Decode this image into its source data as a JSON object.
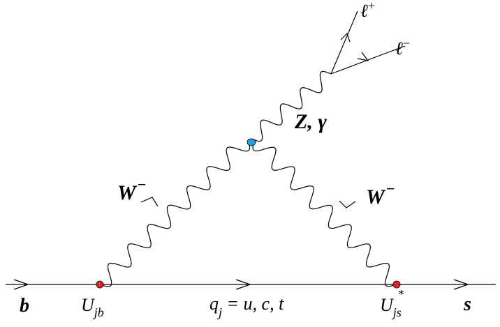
{
  "particles": {
    "b": "b",
    "s": "s",
    "w_left": {
      "main": "W",
      "sup": "−"
    },
    "w_right": {
      "main": "W",
      "sup": "−"
    },
    "z_gamma": "Z, γ",
    "lepton_plus": {
      "main": "ℓ",
      "sup": "+"
    },
    "lepton_minus": {
      "main": "ℓ",
      "sup": "−"
    }
  },
  "internal_quark": {
    "main": "q",
    "sub": "j",
    "rest": " = u, c, t"
  },
  "couplings": {
    "left": {
      "main": "U",
      "sub": "jb"
    },
    "right": {
      "main": "U",
      "sub": "js",
      "sup": "*"
    }
  },
  "colors": {
    "line": "#000000",
    "ckm_vertex": "#e8202a",
    "gauge_vertex": "#1ea0e6"
  }
}
